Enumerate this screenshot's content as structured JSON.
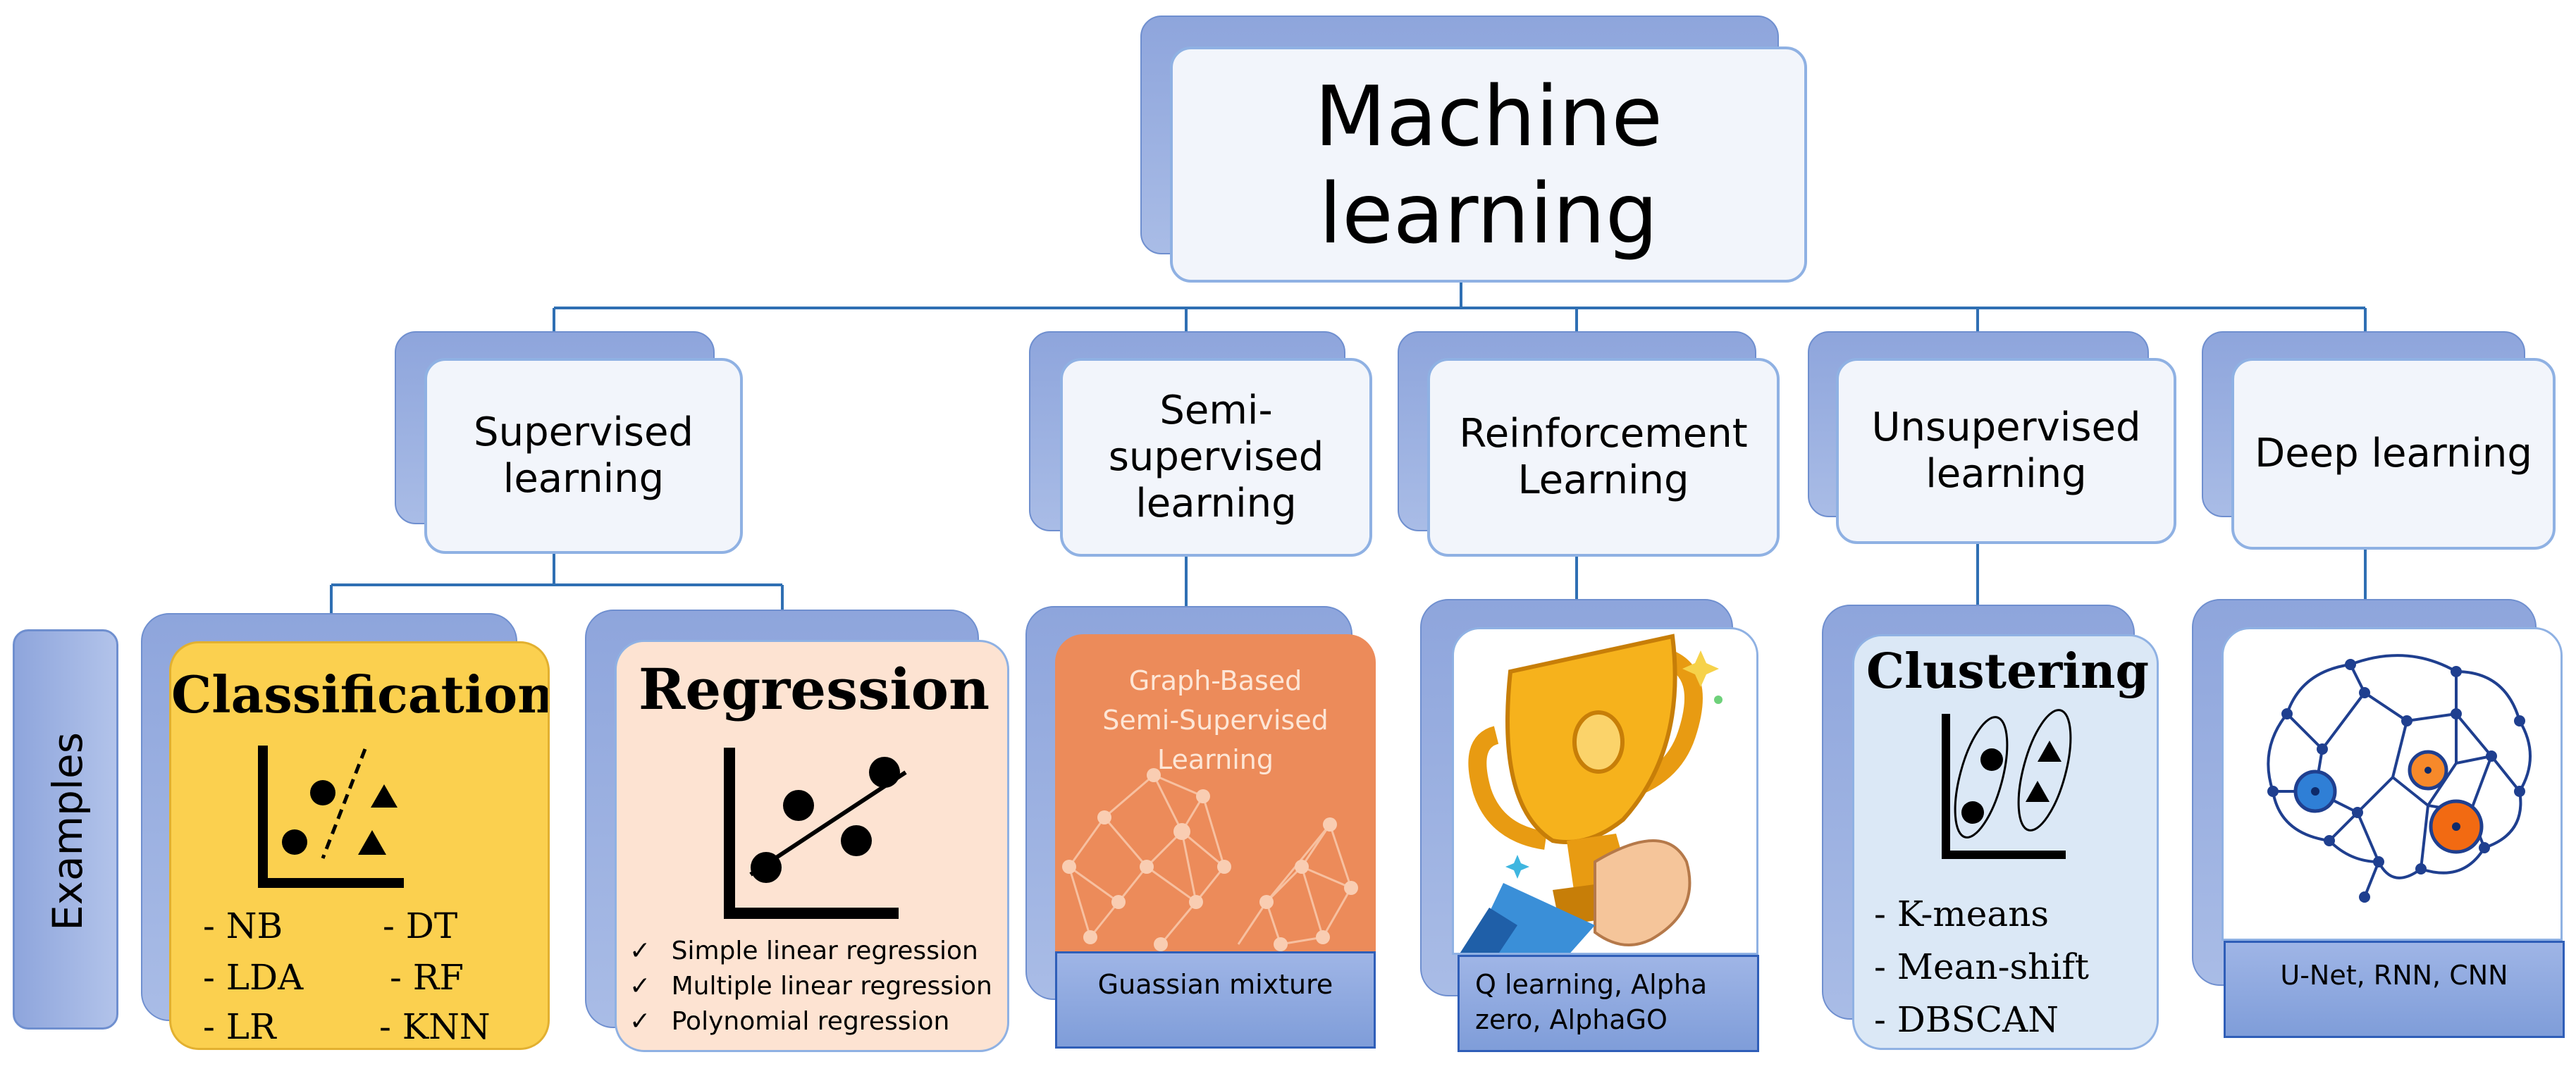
{
  "root": {
    "title": "Machine learning"
  },
  "side_label": "Examples",
  "categories": {
    "supervised": "Supervised\nlearning",
    "semi": "Semi-\nsupervised\nlearning",
    "reinforcement": "Reinforcement\nLearning",
    "unsupervised": "Unsupervised\nlearning",
    "deep": "Deep learning"
  },
  "classification": {
    "title": "Classification",
    "algos": [
      "- NB",
      "- DT",
      "- LDA",
      "- RF",
      "- LR",
      "- KNN"
    ]
  },
  "regression": {
    "title": "Regression",
    "items": [
      "Simple linear regression",
      "Multiple linear regression",
      "Polynomial regression"
    ]
  },
  "semi_example": {
    "image_title": "Graph-Based\nSemi-Supervised Learning",
    "caption": "Guassian mixture"
  },
  "reinforcement_example": {
    "caption": "Q learning, Alpha\nzero, AlphaGO"
  },
  "clustering": {
    "title": "Clustering",
    "items": [
      "- K-means",
      "- Mean-shift",
      "- DBSCAN"
    ]
  },
  "deep_example": {
    "caption": "U-Net, RNN, CNN"
  },
  "colors": {
    "connector": "#2f6fb3",
    "classification_bg": "#fbd04f",
    "regression_bg": "#fde3d2",
    "semi_bg": "#ec8b5a",
    "clustering_bg": "#dbe8f6",
    "label_bg": "#8fa8df"
  }
}
